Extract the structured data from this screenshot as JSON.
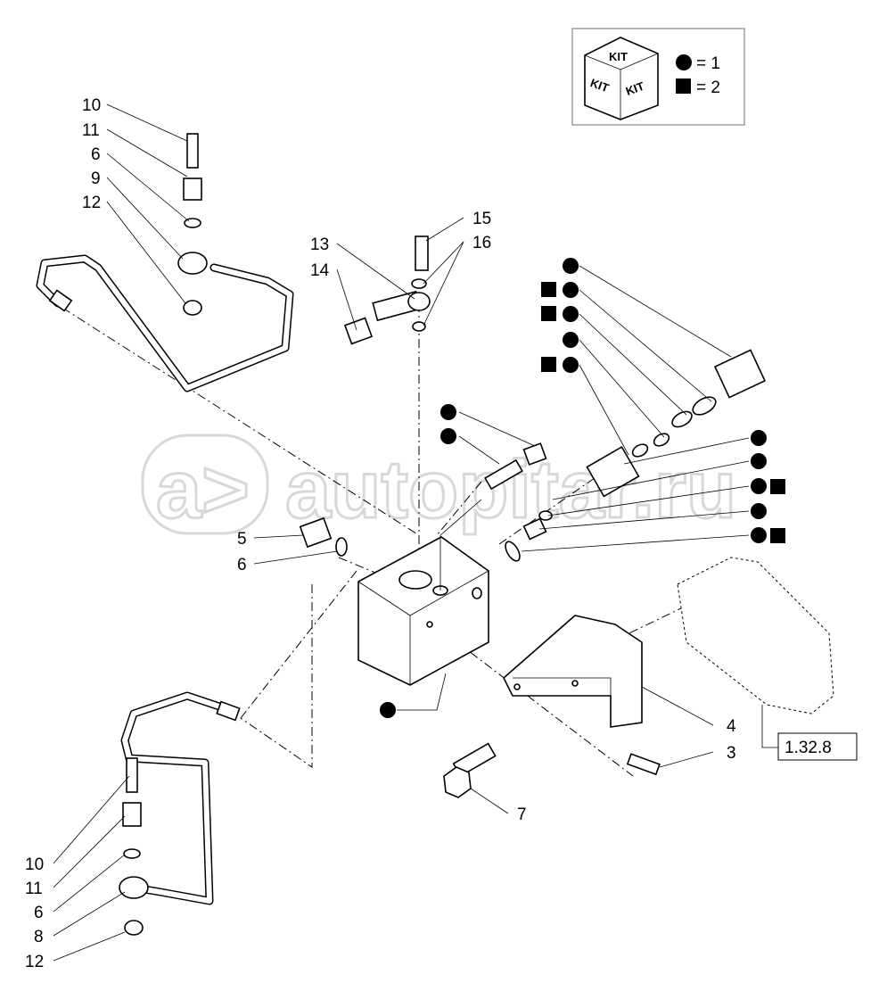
{
  "legend": {
    "kit_label": "KIT",
    "circle_text": "= 1",
    "square_text": "= 2"
  },
  "watermark": "autopitar.ru",
  "reference": "1.32.8",
  "labels": {
    "top_left": [
      "10",
      "11",
      "6",
      "9",
      "12"
    ],
    "center_top": [
      "15",
      "16",
      "13",
      "14"
    ],
    "block": [
      "5",
      "6"
    ],
    "bracket": [
      "4",
      "3",
      "7"
    ],
    "bottom_left": [
      "10",
      "11",
      "6",
      "8",
      "12"
    ]
  },
  "marker_colors": {
    "ink": "#000000",
    "watermark": "#d8d8d8"
  }
}
